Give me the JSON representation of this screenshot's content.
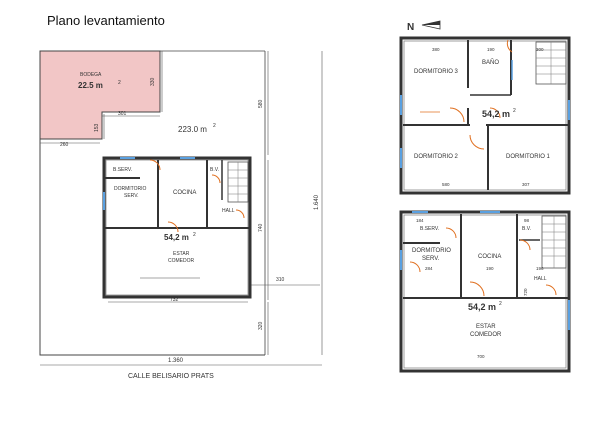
{
  "title": "Plano levantamiento",
  "site": {
    "bodega_label": "BODEGA",
    "bodega_area": "22.5 m",
    "lot_area": "223.0 m",
    "house_area": "54,2 m",
    "rooms": {
      "b_serv": "B.SERV.",
      "dormitorio_serv": "DORMITORIO\nSERV.",
      "cocina": "COCINA",
      "bv": "B.V.",
      "hall": "HALL",
      "estar_comedor": "ESTAR\nCOMEDOR"
    },
    "dims": {
      "d330": "330",
      "d301": "301",
      "d153": "153",
      "d260": "260",
      "d580": "580",
      "d740": "740",
      "d310": "310",
      "d732": "732",
      "d320": "320",
      "d1640": "1.640",
      "d1360": "1.360"
    },
    "street": "CALLE BELISARIO PRATS"
  },
  "north": "N",
  "upper_floor": {
    "area": "54,2 m",
    "rooms": {
      "dormitorio3": "DORMITORIO 3",
      "bano": "BAÑO",
      "dormitorio2": "DORMITORIO 2",
      "dormitorio1": "DORMITORIO 1"
    },
    "dims": {
      "d380": "380",
      "d190": "190",
      "d300": "300",
      "d580b": "580",
      "d307": "307"
    }
  },
  "ground_floor": {
    "area": "54,2 m",
    "rooms": {
      "b_serv": "B.SERV.",
      "dormitorio_serv": "DORMITORIO\nSERV.",
      "cocina": "COCINA",
      "bv": "B.V.",
      "hall": "HALL",
      "estar_comedor": "ESTAR\nCOMEDOR"
    },
    "dims": {
      "d184": "184",
      "d284": "284",
      "d190b": "190",
      "d98": "98",
      "d196": "196",
      "d700": "700",
      "d720": "720"
    }
  }
}
